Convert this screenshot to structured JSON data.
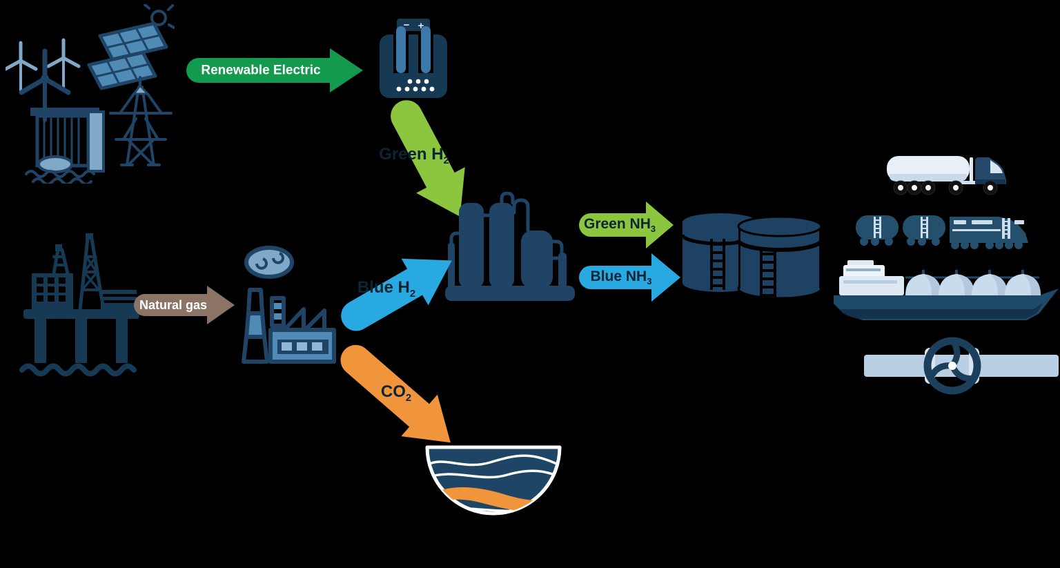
{
  "background_color": "#000000",
  "palette": {
    "navy": "#1f4465",
    "navy_dark": "#173a54",
    "steel_blue": "#4f8bb4",
    "light_steel": "#7fa8c9",
    "pale_blue": "#c9dcec",
    "near_white": "#e9eff6",
    "green_dark": "#149a4e",
    "green_light": "#8cc63f",
    "blue_light": "#29a9e1",
    "orange": "#f0953c",
    "taupe": "#8b7365",
    "dark_text": "#0d2433",
    "white_text": "#ffffff"
  },
  "arrows": {
    "renewable_electric": {
      "label": "Renewable Electric",
      "color": "#149a4e"
    },
    "natural_gas": {
      "label": "Natural gas",
      "color": "#8b7365"
    },
    "green_h2": {
      "label": "Green H",
      "sub": "2",
      "color": "#8cc63f"
    },
    "blue_h2": {
      "label": "Blue H",
      "sub": "2",
      "color": "#29a9e1"
    },
    "co2": {
      "label": "CO",
      "sub": "2",
      "color": "#f0953c"
    },
    "green_nh3": {
      "label": "Green NH",
      "sub": "3",
      "color": "#8cc63f"
    },
    "blue_nh3": {
      "label": "Blue NH",
      "sub": "3",
      "color": "#29a9e1"
    }
  },
  "electrolyzer": {
    "minus_symbol": "−",
    "plus_symbol": "+"
  },
  "icons": [
    {
      "name": "renewables-icon",
      "depicts": "wind turbines, solar panels, hydro dam, transmission tower"
    },
    {
      "name": "electrolyzer-icon",
      "depicts": "electrolysis cell with minus and plus electrodes"
    },
    {
      "name": "offshore-rig-icon",
      "depicts": "offshore natural gas platform"
    },
    {
      "name": "gas-plant-icon",
      "depicts": "gas processing plant with smokestack"
    },
    {
      "name": "ammonia-plant-icon",
      "depicts": "ammonia synthesis plant"
    },
    {
      "name": "co2-storage-icon",
      "depicts": "underground CO2 storage dome"
    },
    {
      "name": "storage-tanks-icon",
      "depicts": "ammonia storage tanks"
    },
    {
      "name": "truck-icon",
      "depicts": "tanker truck"
    },
    {
      "name": "train-icon",
      "depicts": "rail tank cars with locomotive"
    },
    {
      "name": "ship-icon",
      "depicts": "gas carrier ship"
    },
    {
      "name": "pipeline-icon",
      "depicts": "pipeline with valve"
    }
  ]
}
